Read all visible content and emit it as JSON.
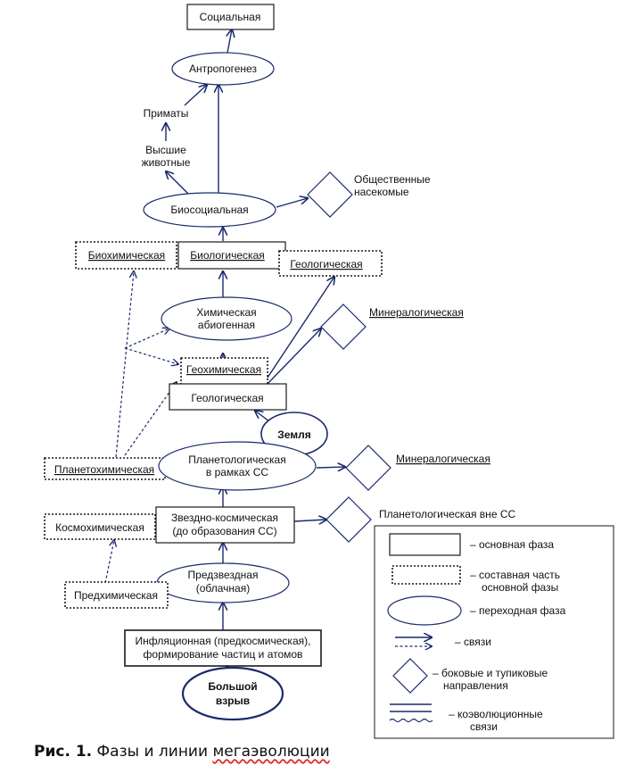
{
  "nodes": {
    "social": "Социальная",
    "anthropogenesis": "Антропогенез",
    "primates": "Приматы",
    "higher_animals_1": "Высшие",
    "higher_animals_2": "животные",
    "social_insects_1": "Общественные",
    "social_insects_2": "насекомые",
    "biosocial": "Биосоциальная",
    "biochemical": "Биохимическая",
    "biological": "Биологическая",
    "geological_part": "Геологическая",
    "chemical_abiogenic_1": "Химическая",
    "chemical_abiogenic_2": "абиогенная",
    "mineralogical_1": "Минералогическая",
    "geochemical": "Геохимическая",
    "geological": "Геологическая",
    "earth": "Земля",
    "planetochemical": "Планетохимическая",
    "planetological_ss_1": "Планетологическая",
    "planetological_ss_2": "в рамках СС",
    "mineralogical_2": "Минералогическая",
    "cosmochemical": "Космохимическая",
    "stellar_cosmic_1": "Звездно-космическая",
    "stellar_cosmic_2": "(до образования СС)",
    "planetological_outside": "Планетологическая вне СС",
    "prestellar_1": "Предзвездная",
    "prestellar_2": "(облачная)",
    "prechemical": "Предхимическая",
    "inflation_1": "Инфляционная (предкосмическая),",
    "inflation_2": "формирование частиц и атомов",
    "big_bang_1": "Большой",
    "big_bang_2": "взрыв"
  },
  "legend": {
    "main_phase": "– основная фаза",
    "component_1": "– составная часть",
    "component_2": "основной фазы",
    "transitional": "– переходная фаза",
    "links": "– связи",
    "side_1": "– боковые и тупиковые",
    "side_2": "направления",
    "coevo_1": "– коэволюционные",
    "coevo_2": "связи"
  },
  "caption": {
    "prefix": "Рис. 1.",
    "text_1": "Фазы и линии ",
    "text_2": "мегаэволюции"
  }
}
